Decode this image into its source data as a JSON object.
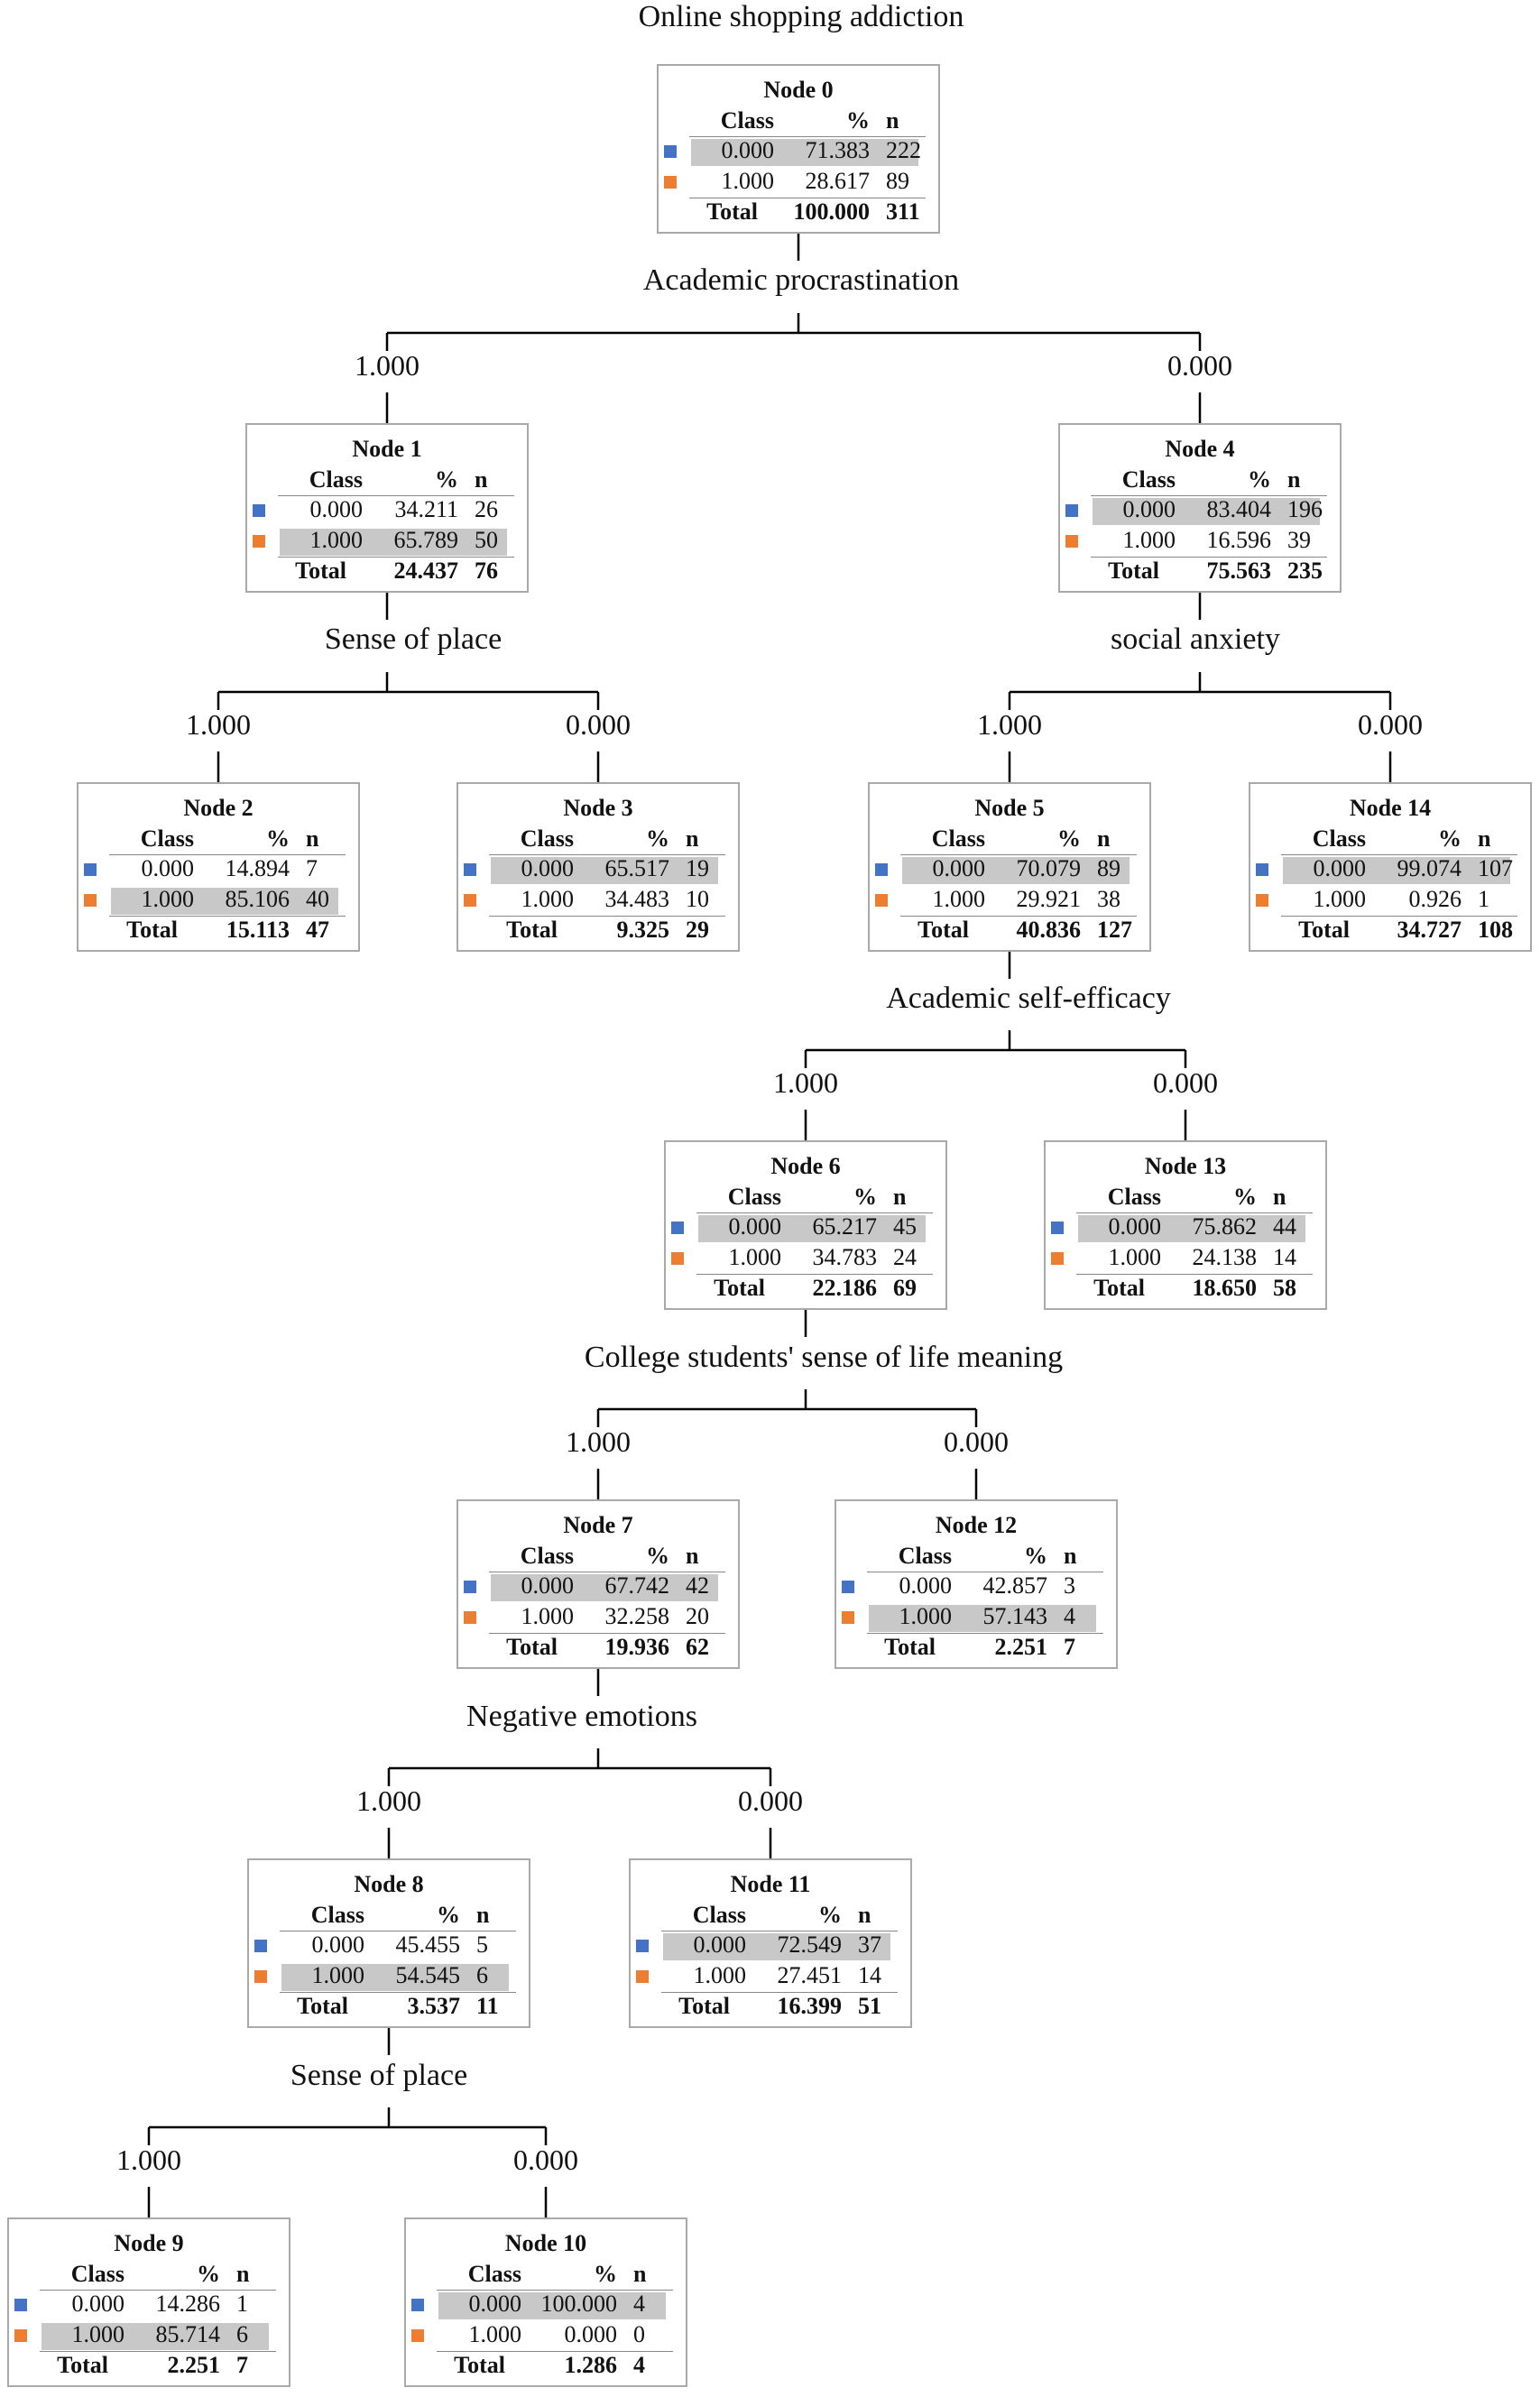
{
  "title": "Online shopping addiction",
  "colors": {
    "class0": "#4472C4",
    "class1": "#ED7D31",
    "highlight": "#c8c8c8",
    "border": "#a9a9a9"
  },
  "headers": {
    "class": "Class",
    "percent": "%",
    "n": "n"
  },
  "total_label": "Total",
  "nodes": [
    {
      "id": "n0",
      "title": "Node 0",
      "rows": [
        [
          "0.000",
          "71.383",
          "222"
        ],
        [
          "1.000",
          "28.617",
          "89"
        ]
      ],
      "total": [
        "100.000",
        "311"
      ],
      "highlight": 0
    },
    {
      "id": "n1",
      "title": "Node 1",
      "rows": [
        [
          "0.000",
          "34.211",
          "26"
        ],
        [
          "1.000",
          "65.789",
          "50"
        ]
      ],
      "total": [
        "24.437",
        "76"
      ],
      "highlight": 1
    },
    {
      "id": "n4",
      "title": "Node 4",
      "rows": [
        [
          "0.000",
          "83.404",
          "196"
        ],
        [
          "1.000",
          "16.596",
          "39"
        ]
      ],
      "total": [
        "75.563",
        "235"
      ],
      "highlight": 0
    },
    {
      "id": "n2",
      "title": "Node 2",
      "rows": [
        [
          "0.000",
          "14.894",
          "7"
        ],
        [
          "1.000",
          "85.106",
          "40"
        ]
      ],
      "total": [
        "15.113",
        "47"
      ],
      "highlight": 1
    },
    {
      "id": "n3",
      "title": "Node 3",
      "rows": [
        [
          "0.000",
          "65.517",
          "19"
        ],
        [
          "1.000",
          "34.483",
          "10"
        ]
      ],
      "total": [
        "9.325",
        "29"
      ],
      "highlight": 0
    },
    {
      "id": "n5",
      "title": "Node 5",
      "rows": [
        [
          "0.000",
          "70.079",
          "89"
        ],
        [
          "1.000",
          "29.921",
          "38"
        ]
      ],
      "total": [
        "40.836",
        "127"
      ],
      "highlight": 0
    },
    {
      "id": "n14",
      "title": "Node 14",
      "rows": [
        [
          "0.000",
          "99.074",
          "107"
        ],
        [
          "1.000",
          "0.926",
          "1"
        ]
      ],
      "total": [
        "34.727",
        "108"
      ],
      "highlight": 0
    },
    {
      "id": "n6",
      "title": "Node 6",
      "rows": [
        [
          "0.000",
          "65.217",
          "45"
        ],
        [
          "1.000",
          "34.783",
          "24"
        ]
      ],
      "total": [
        "22.186",
        "69"
      ],
      "highlight": 0
    },
    {
      "id": "n13",
      "title": "Node 13",
      "rows": [
        [
          "0.000",
          "75.862",
          "44"
        ],
        [
          "1.000",
          "24.138",
          "14"
        ]
      ],
      "total": [
        "18.650",
        "58"
      ],
      "highlight": 0
    },
    {
      "id": "n7",
      "title": "Node 7",
      "rows": [
        [
          "0.000",
          "67.742",
          "42"
        ],
        [
          "1.000",
          "32.258",
          "20"
        ]
      ],
      "total": [
        "19.936",
        "62"
      ],
      "highlight": 0
    },
    {
      "id": "n12",
      "title": "Node 12",
      "rows": [
        [
          "0.000",
          "42.857",
          "3"
        ],
        [
          "1.000",
          "57.143",
          "4"
        ]
      ],
      "total": [
        "2.251",
        "7"
      ],
      "highlight": 1
    },
    {
      "id": "n8",
      "title": "Node 8",
      "rows": [
        [
          "0.000",
          "45.455",
          "5"
        ],
        [
          "1.000",
          "54.545",
          "6"
        ]
      ],
      "total": [
        "3.537",
        "11"
      ],
      "highlight": 1
    },
    {
      "id": "n11",
      "title": "Node 11",
      "rows": [
        [
          "0.000",
          "72.549",
          "37"
        ],
        [
          "1.000",
          "27.451",
          "14"
        ]
      ],
      "total": [
        "16.399",
        "51"
      ],
      "highlight": 0
    },
    {
      "id": "n9",
      "title": "Node 9",
      "rows": [
        [
          "0.000",
          "14.286",
          "1"
        ],
        [
          "1.000",
          "85.714",
          "6"
        ]
      ],
      "total": [
        "2.251",
        "7"
      ],
      "highlight": 1
    },
    {
      "id": "n10",
      "title": "Node 10",
      "rows": [
        [
          "0.000",
          "100.000",
          "4"
        ],
        [
          "1.000",
          "0.000",
          "0"
        ]
      ],
      "total": [
        "1.286",
        "4"
      ],
      "highlight": 0
    }
  ],
  "splits": [
    {
      "parent": "n0",
      "variable": "Academic procrastination",
      "left": {
        "node": "n1",
        "value": "1.000"
      },
      "right": {
        "node": "n4",
        "value": "0.000"
      }
    },
    {
      "parent": "n1",
      "variable": "Sense of place",
      "left": {
        "node": "n2",
        "value": "1.000"
      },
      "right": {
        "node": "n3",
        "value": "0.000"
      }
    },
    {
      "parent": "n4",
      "variable": "social anxiety",
      "left": {
        "node": "n5",
        "value": "1.000"
      },
      "right": {
        "node": "n14",
        "value": "0.000"
      }
    },
    {
      "parent": "n5",
      "variable": "Academic self-efficacy",
      "left": {
        "node": "n6",
        "value": "1.000"
      },
      "right": {
        "node": "n13",
        "value": "0.000"
      }
    },
    {
      "parent": "n6",
      "variable": "College students' sense of life meaning",
      "left": {
        "node": "n7",
        "value": "1.000"
      },
      "right": {
        "node": "n12",
        "value": "0.000"
      }
    },
    {
      "parent": "n7",
      "variable": "Negative emotions",
      "left": {
        "node": "n8",
        "value": "1.000"
      },
      "right": {
        "node": "n11",
        "value": "0.000"
      }
    },
    {
      "parent": "n8",
      "variable": "Sense of place",
      "left": {
        "node": "n9",
        "value": "1.000"
      },
      "right": {
        "node": "n10",
        "value": "0.000"
      }
    }
  ]
}
